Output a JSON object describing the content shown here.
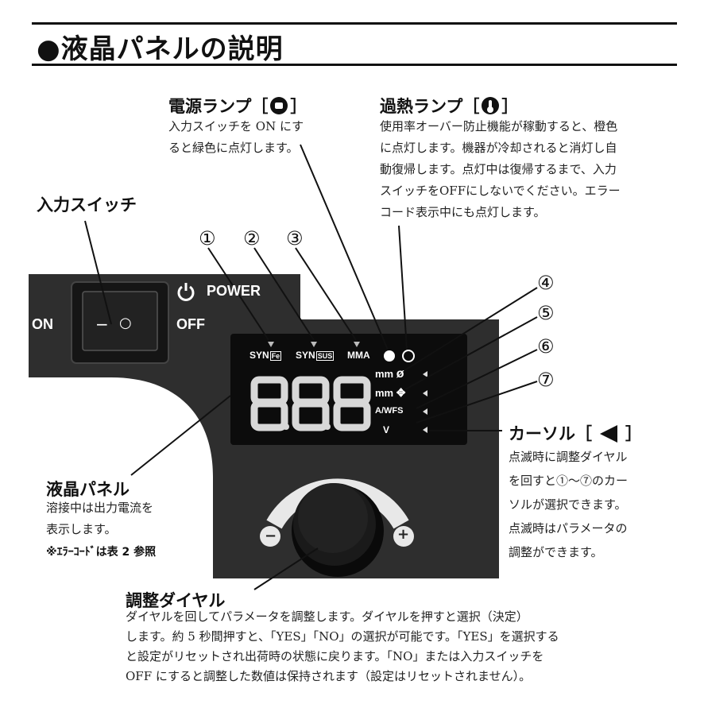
{
  "title": "●液晶パネルの説明",
  "power_lamp": {
    "heading": "電源ランプ［",
    "heading_close": "］",
    "lines": [
      "入力スイッチを ON にす",
      "ると緑色に点灯します。"
    ]
  },
  "overheat_lamp": {
    "heading": "過熱ランプ［",
    "heading_close": "］",
    "lines": [
      "使用率オーバー防止機能が稼動すると、橙色",
      "に点灯します。機器が冷却されると消灯し自",
      "動復帰します。点灯中は復帰するまで、入力",
      "スイッチをOFFにしないでください。エラー",
      "コード表示中にも点灯します。"
    ]
  },
  "input_switch": {
    "heading": "入力スイッチ"
  },
  "panel": {
    "power_label": "POWER",
    "on_label": "ON",
    "off_label": "OFF",
    "switch_marks": [
      "−",
      "○"
    ],
    "modes": [
      "SYN",
      "Fe",
      "SYN",
      "SUS",
      "MMA"
    ],
    "digits": "8.8.8",
    "units": [
      "mm",
      "mm",
      "A/WFS",
      "V"
    ],
    "unit_symbols": [
      "ø",
      "✥"
    ],
    "dial_minus": "−",
    "dial_plus": "+"
  },
  "numbers": [
    "①",
    "②",
    "③",
    "④",
    "⑤",
    "⑥",
    "⑦"
  ],
  "cursor": {
    "heading": "カーソル［",
    "heading_close": "］",
    "lines": [
      "点滅時に調整ダイヤル",
      "を回すと①～⑦のカー",
      "ソルが選択できます。",
      "点滅時はパラメータの",
      "調整ができます。"
    ]
  },
  "lcd_panel": {
    "heading": "液晶パネル",
    "lines": [
      "溶接中は出力電流を",
      "表示します。"
    ],
    "note": "※ｴﾗｰｺｰﾄﾞは表 2 参照"
  },
  "dial": {
    "heading": "調整ダイヤル",
    "lines": [
      "ダイヤルを回してパラメータを調整します。ダイヤルを押すと選択（決定）",
      "します。約 5 秒間押すと、「YES」「NO」の選択が可能です。「YES」を選択する",
      "と設定がリセットされ出荷時の状態に戻ります。「NO」または入力スイッチを",
      "OFF にすると調整した数値は保持されます（設定はリセットされません）。"
    ]
  },
  "colors": {
    "panel": "#2b2b2b",
    "panel_dark": "#1a1a1a",
    "lcd": "#0c0c0c"
  }
}
